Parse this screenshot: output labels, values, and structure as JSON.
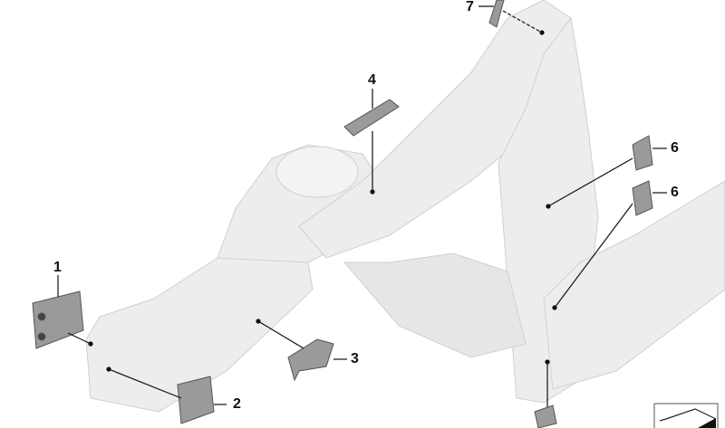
{
  "callouts": [
    {
      "id": "1",
      "label": "1"
    },
    {
      "id": "2",
      "label": "2"
    },
    {
      "id": "3",
      "label": "3"
    },
    {
      "id": "4",
      "label": "4"
    },
    {
      "id": "6a",
      "label": "6"
    },
    {
      "id": "6b",
      "label": "6"
    },
    {
      "id": "7",
      "label": "7"
    }
  ],
  "colors": {
    "body": "#ececec",
    "body_edge": "#d2d2d2",
    "part": "#8a8a8a",
    "line": "#111111"
  },
  "icons": {
    "view-indicator": "view-arrow-icon"
  }
}
